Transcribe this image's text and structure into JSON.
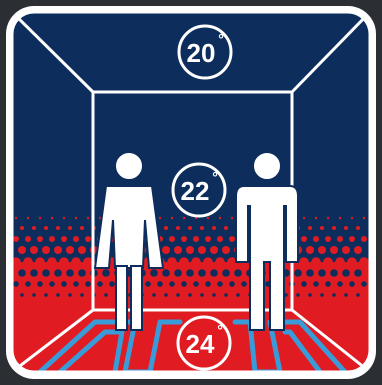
{
  "temperatures": {
    "ceiling": {
      "value": "20",
      "unit": "°"
    },
    "middle": {
      "value": "22",
      "unit": "°"
    },
    "floor": {
      "value": "24",
      "unit": "°"
    }
  },
  "colors": {
    "background": "#2b2f33",
    "room_blue": "#0d2e5c",
    "heat_red": "#e01b22",
    "pipe_blue": "#3a9bd9",
    "line_white": "#ffffff"
  },
  "icons": {
    "woman": "woman-figure-icon",
    "man": "man-figure-icon",
    "floor_heating": "floor-heating-pipes-icon"
  }
}
